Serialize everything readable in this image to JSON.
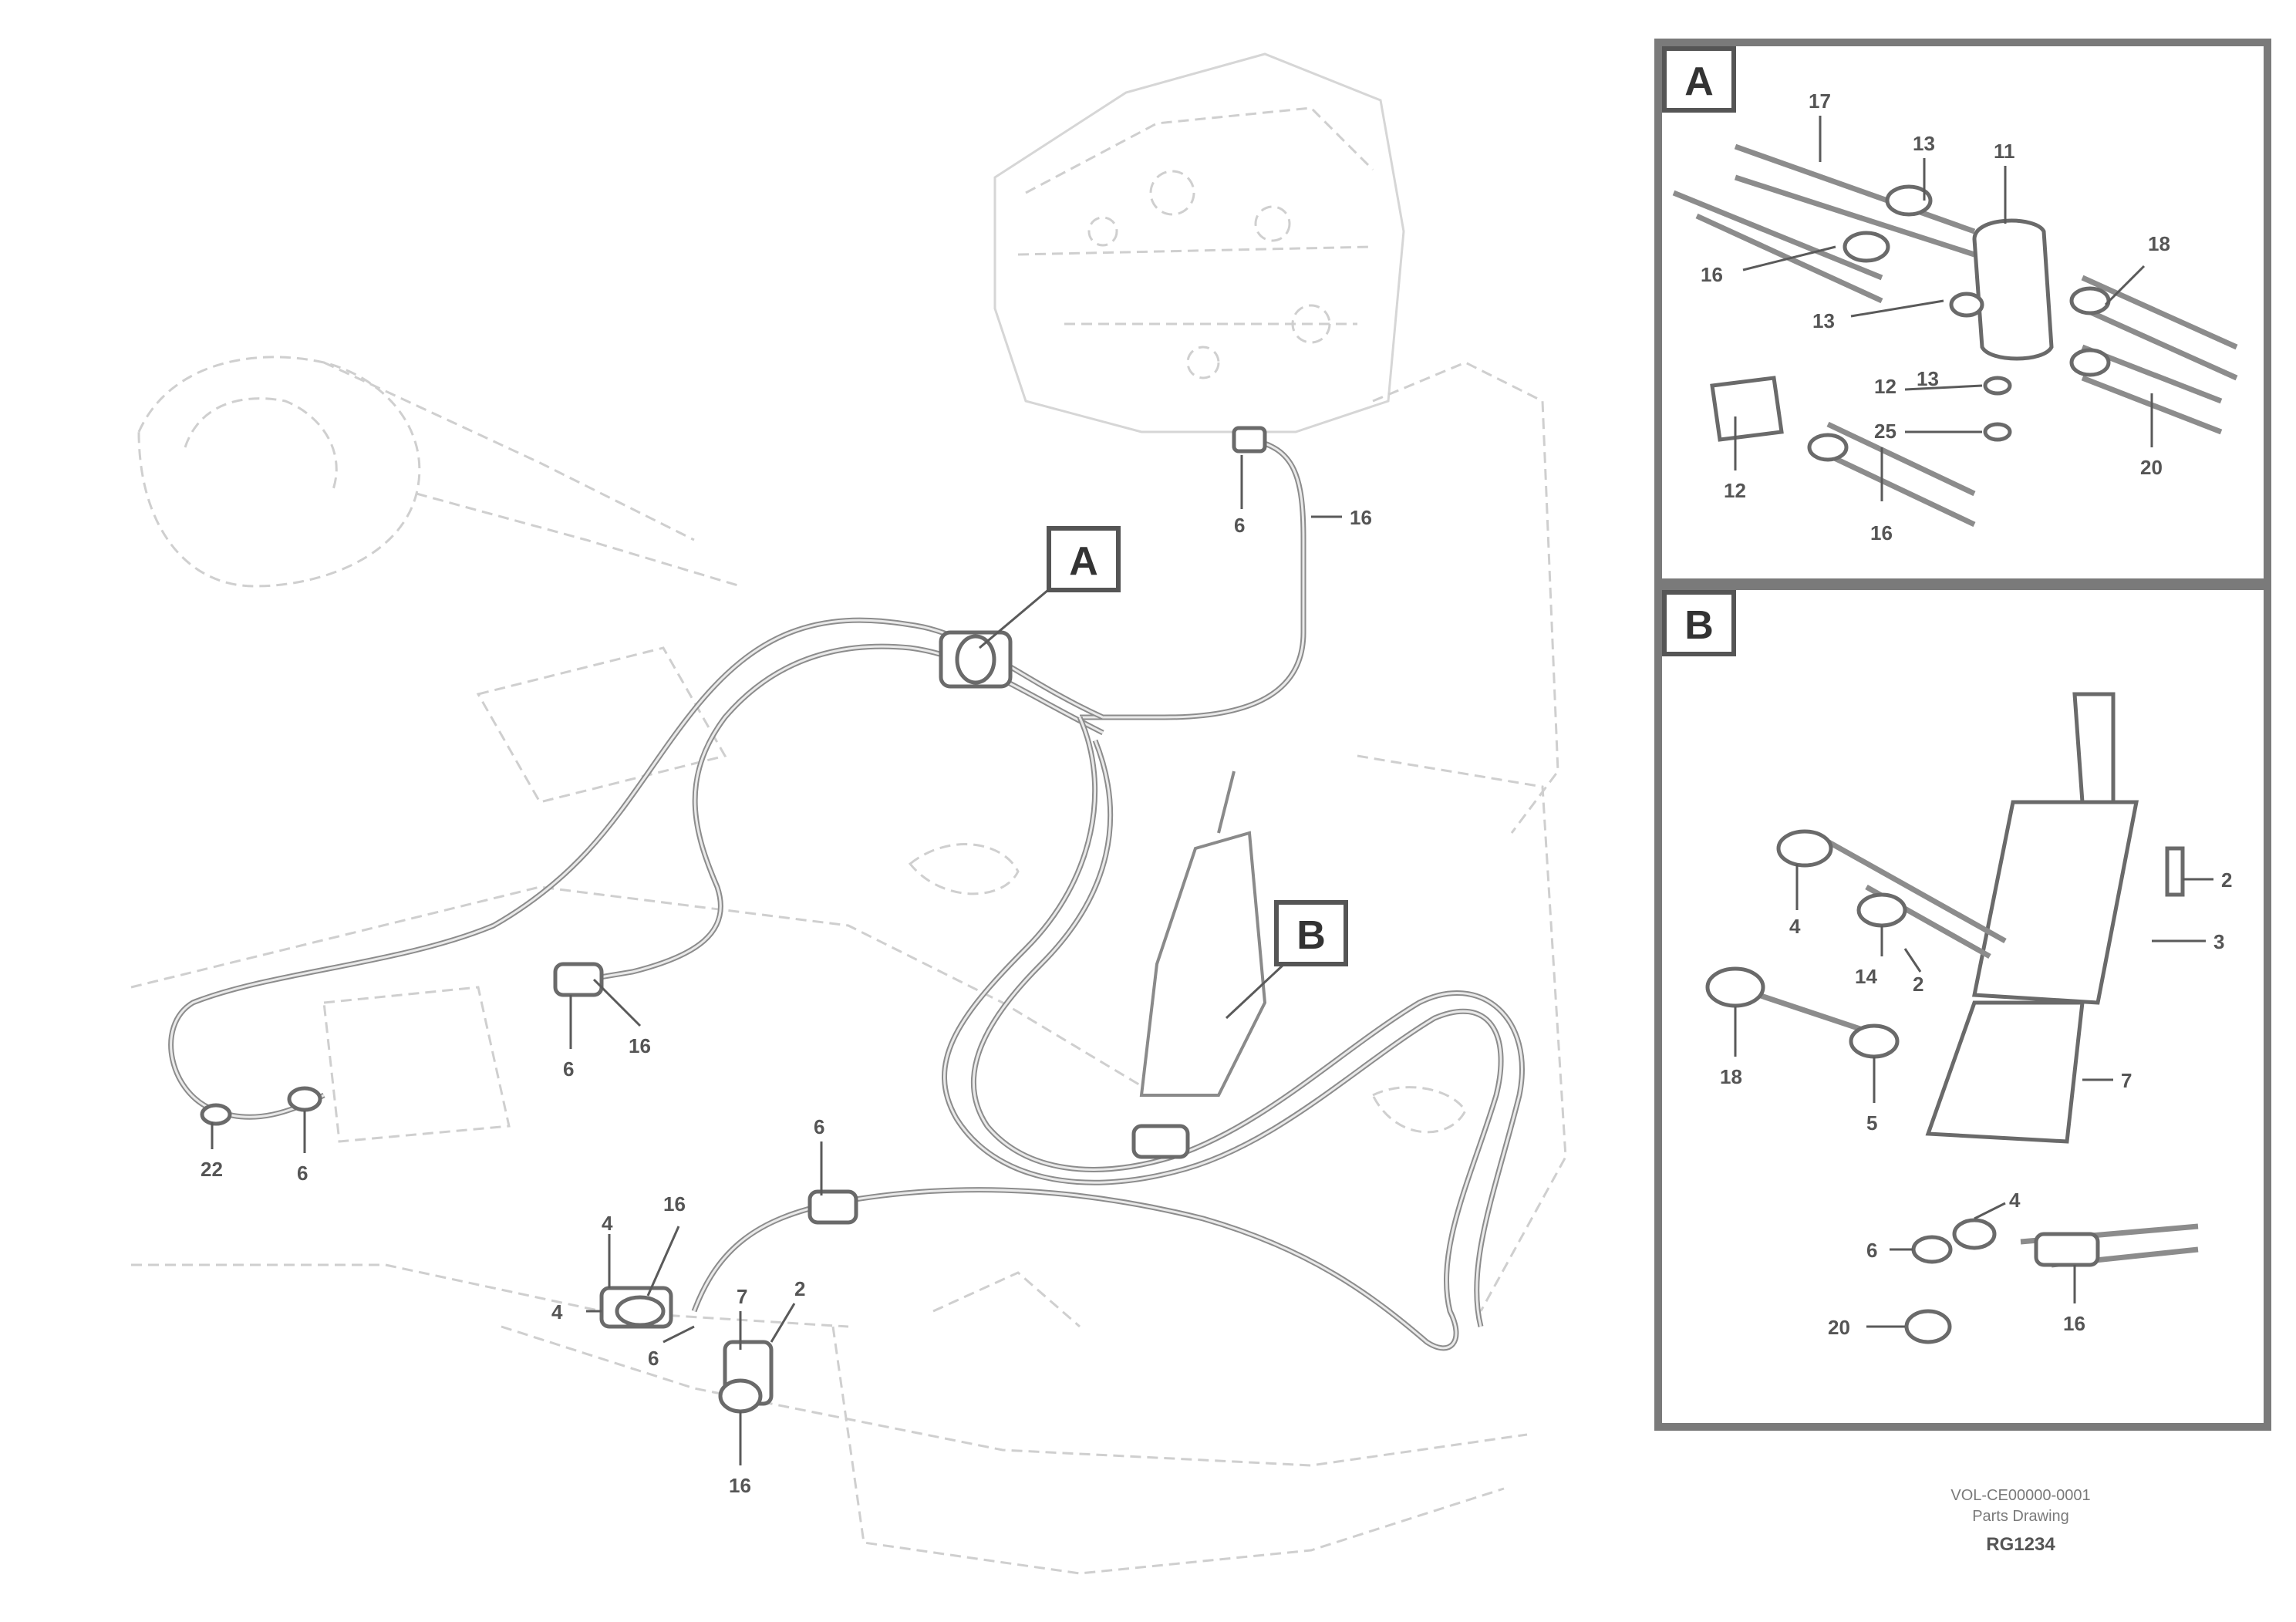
{
  "main_view": {
    "callouts": [
      {
        "id": "A",
        "label": "A"
      },
      {
        "id": "B",
        "label": "B"
      }
    ],
    "part_labels": [
      "16",
      "6",
      "6",
      "16",
      "22",
      "6",
      "6",
      "4",
      "16",
      "4",
      "7",
      "2",
      "6",
      "16"
    ]
  },
  "inset_a": {
    "label": "A",
    "part_labels": [
      "17",
      "13",
      "11",
      "18",
      "16",
      "13",
      "12",
      "13",
      "25",
      "16",
      "20",
      "12"
    ]
  },
  "inset_b": {
    "label": "B",
    "part_labels": [
      "2",
      "3",
      "4",
      "14",
      "2",
      "18",
      "5",
      "7",
      "4",
      "6",
      "16",
      "20"
    ]
  },
  "footer": {
    "reference_line1": "VOL-CE00000-0001",
    "reference_line2": "Parts Drawing",
    "drawing_number": "RG1234"
  }
}
